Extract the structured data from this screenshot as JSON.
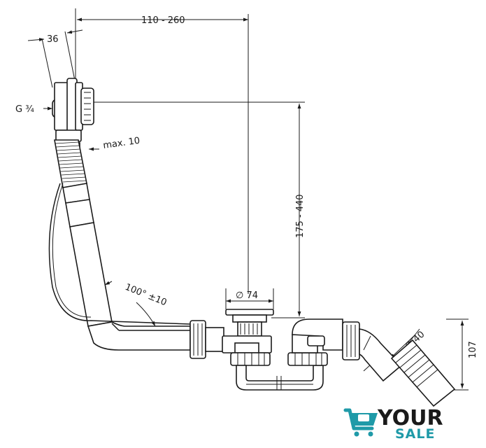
{
  "dimensions": {
    "thread": "G ¾",
    "width_36": "36",
    "horizontal_range": "110 - 260",
    "max_10": "max. 10",
    "vertical_range": "175 - 440",
    "angle": "100° ±10",
    "diameter_74": "∅ 74",
    "diameter_40": "∅ 40",
    "height_107": "107"
  },
  "logo": {
    "line1": "YOUR",
    "line2": "SALE",
    "colors": {
      "cart": "#1f9aa8",
      "text1": "#1a1a1a",
      "text2": "#1f9aa8"
    }
  }
}
